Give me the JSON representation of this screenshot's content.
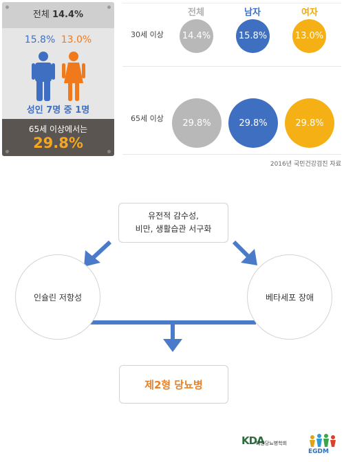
{
  "summary_card": {
    "overall_label": "전체",
    "overall_value": "14.4%",
    "male_value": "15.8%",
    "female_value": "13.0%",
    "ratio_text": "성인 7명 중 1명",
    "senior_label": "65세 이상에서는",
    "senior_value": "29.8%"
  },
  "table": {
    "headers": {
      "total": "전체",
      "male": "남자",
      "female": "여자"
    },
    "rows": [
      {
        "label": "30세 이상",
        "total": "14.4%",
        "male": "15.8%",
        "female": "13.0%"
      },
      {
        "label": "65세 이상",
        "total": "29.8%",
        "male": "29.8%",
        "female": "29.8%"
      }
    ],
    "source": "2016년 국민건강검진 자료"
  },
  "colors": {
    "male": "#3f6fc1",
    "female": "#f07a1b",
    "gold": "#f5b016",
    "gray": "#b8b8b8",
    "arrow": "#4a7bc8"
  },
  "diagram": {
    "cause_line1": "유전적 감수성,",
    "cause_line2": "비만, 생활습관 서구화",
    "left_node": "인슐린 저항성",
    "right_node": "베타세포 장애",
    "result": "제2형 당뇨병"
  },
  "logos": {
    "kda_mark": "KDA",
    "kda_name": "대한당뇨병학회",
    "egdm_mark": "EGDM"
  },
  "icons": [
    "male-person-icon",
    "female-person-icon",
    "arrow-down-left-icon",
    "arrow-down-right-icon",
    "arrow-down-icon"
  ]
}
